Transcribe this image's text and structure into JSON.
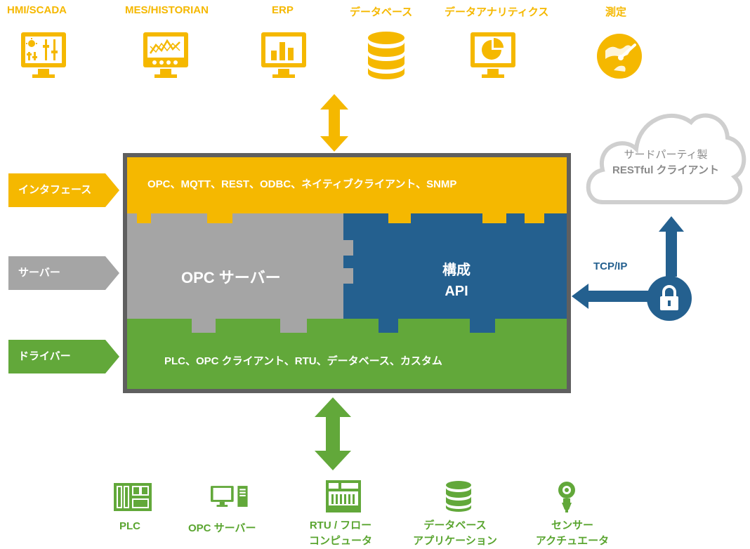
{
  "top_items": [
    {
      "label": "HMI/SCADA",
      "icon": "hmi-scada-monitor-icon"
    },
    {
      "label": "MES/HISTORIAN",
      "icon": "mes-historian-monitor-icon"
    },
    {
      "label": "ERP",
      "icon": "erp-monitor-icon"
    },
    {
      "label": "データベース",
      "icon": "database-icon"
    },
    {
      "label": "データアナリティクス",
      "icon": "data-analytics-monitor-icon"
    },
    {
      "label": "測定",
      "icon": "measurement-globe-icon"
    }
  ],
  "side_tags": {
    "interface": "インタフェース",
    "server": "サーバー",
    "driver": "ドライバー"
  },
  "panels": {
    "interface_text": "OPC、MQTT、REST、ODBC、ネイティブクライアント、SNMP",
    "opc_server": "OPC サーバー",
    "config_line1": "構成",
    "config_line2": "API",
    "driver_text": "PLC、OPC クライアント、RTU、データベース、カスタム"
  },
  "cloud": {
    "line1": "サードパーティ製",
    "line2": "RESTful クライアント"
  },
  "tcp_label": "TCP/IP",
  "bottom_items": [
    {
      "line1": "PLC",
      "line2": "",
      "icon": "plc-icon"
    },
    {
      "line1": "OPC サーバー",
      "line2": "",
      "icon": "opc-server-computer-icon"
    },
    {
      "line1": "RTU / フロー",
      "line2": "コンピュータ",
      "icon": "rtu-flow-computer-icon"
    },
    {
      "line1": "データベース",
      "line2": "アプリケーション",
      "icon": "database-application-icon"
    },
    {
      "line1": "センサー",
      "line2": "アクチュエータ",
      "icon": "sensor-actuator-icon"
    }
  ],
  "colors": {
    "yellow": "#f5b800",
    "gray": "#a5a5a5",
    "blue": "#24608f",
    "green": "#62a83a",
    "frame": "#5f5f5f"
  }
}
